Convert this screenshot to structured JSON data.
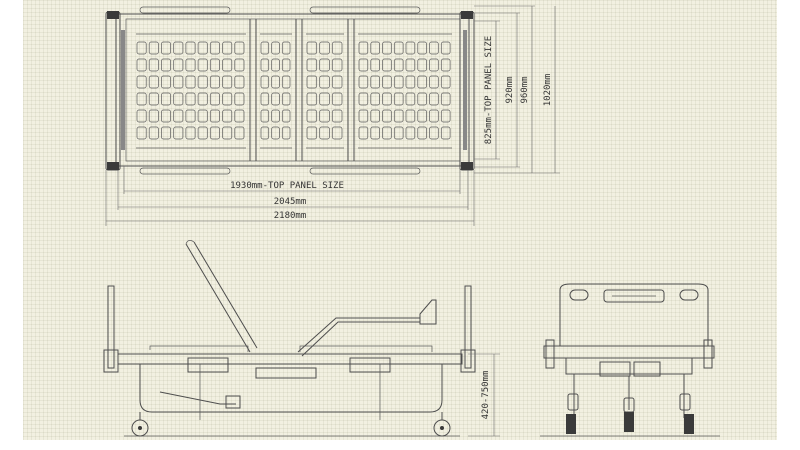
{
  "dimensions": {
    "top_panel_length": "1930mm-TOP PANEL SIZE",
    "overall_length_a": "2045mm",
    "overall_length_b": "2180mm",
    "top_panel_width": "825mm-TOP PANEL SIZE",
    "width_a": "920mm",
    "width_b": "960mm",
    "width_c": "1020mm",
    "height_range": "420-750mm"
  },
  "views": {
    "top": "top-view",
    "side": "side-view",
    "end": "end-view"
  }
}
